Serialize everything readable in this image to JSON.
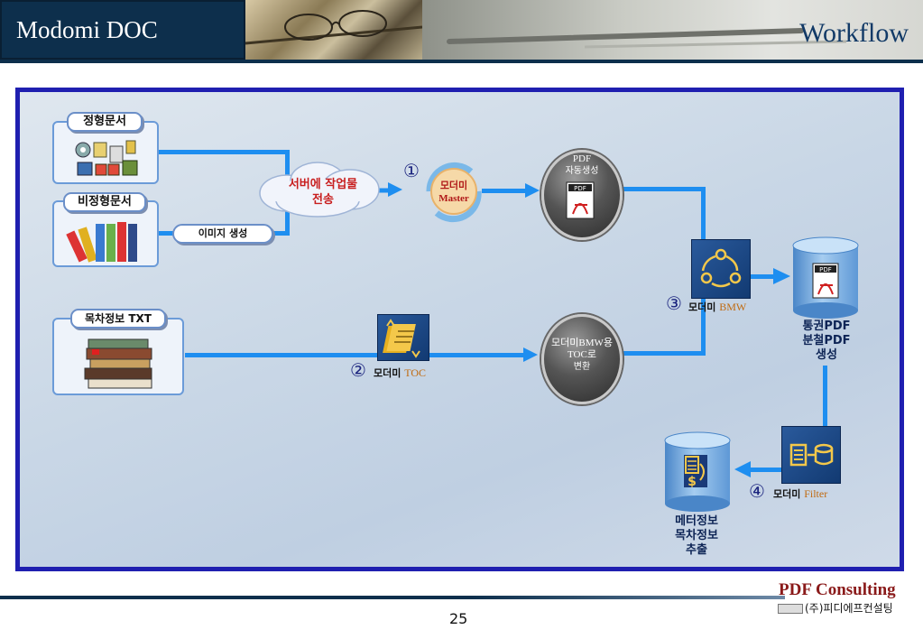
{
  "header": {
    "brand": "Modomi DOC",
    "section": "Workflow"
  },
  "inputs": {
    "structured_docs": "정형문서",
    "unstructured_docs": "비정형문서",
    "image_gen": "이미지 생성",
    "toc_txt": "목차정보 TXT"
  },
  "cloud": {
    "line1": "서버에 작업물",
    "line2": "전송"
  },
  "steps": {
    "s1_num": "①",
    "s1_line1": "모더미",
    "s1_line2": "Master",
    "s2_num": "②",
    "s2_prefix": "모더미",
    "s2_name": "TOC",
    "s3_num": "③",
    "s3_prefix": "모더미",
    "s3_name": "BMW",
    "s4_num": "④",
    "s4_prefix": "모더미",
    "s4_name": "Filter"
  },
  "pdf_auto": {
    "line1": "PDF",
    "line2": "자동생성"
  },
  "toc_convert": {
    "line1": "모더미BMW용",
    "line2": "TOC로",
    "line3": "변환"
  },
  "pdf_output": {
    "line1": "통권PDF",
    "line2": "분철PDF",
    "line3": "생성"
  },
  "meta_output": {
    "line1": "메터정보",
    "line2": "목차정보",
    "line3": "추출"
  },
  "footer": {
    "company_en": "PDF Consulting",
    "company_kr": "(주)피디에프컨설팅",
    "page_number": "25"
  },
  "colors": {
    "header_navy": "#0d2f4c",
    "frame_blue": "#1f1fb0",
    "wire_blue": "#1e8ef0",
    "accent_red": "#c0392b"
  }
}
